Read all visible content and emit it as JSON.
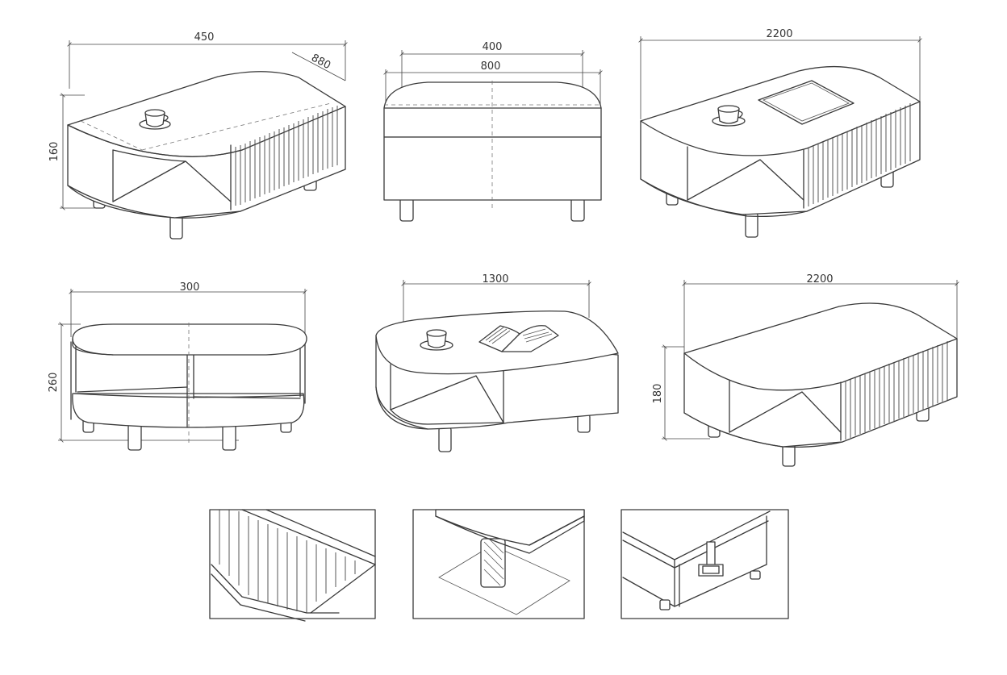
{
  "colors": {
    "background": "#ffffff",
    "line": "#3a3a3a",
    "dimension": "#444444"
  },
  "views": [
    {
      "name": "view-1",
      "dims": {
        "width": "450",
        "depth": "880",
        "height": "160"
      }
    },
    {
      "name": "view-2",
      "dims": {
        "outer": "400",
        "inner": "800"
      }
    },
    {
      "name": "view-3",
      "dims": {
        "width": "2200"
      }
    },
    {
      "name": "view-4",
      "dims": {
        "width": "300",
        "height": "260"
      }
    },
    {
      "name": "view-5",
      "dims": {
        "width": "1300"
      }
    },
    {
      "name": "view-6",
      "dims": {
        "width": "2200",
        "height": "180"
      }
    }
  ],
  "details": [
    {
      "name": "detail-slatted-panel"
    },
    {
      "name": "detail-leg-joint"
    },
    {
      "name": "detail-corner-bracket"
    }
  ],
  "icons": [
    "coffee-cup-icon",
    "open-book-icon",
    "tablet-icon"
  ]
}
